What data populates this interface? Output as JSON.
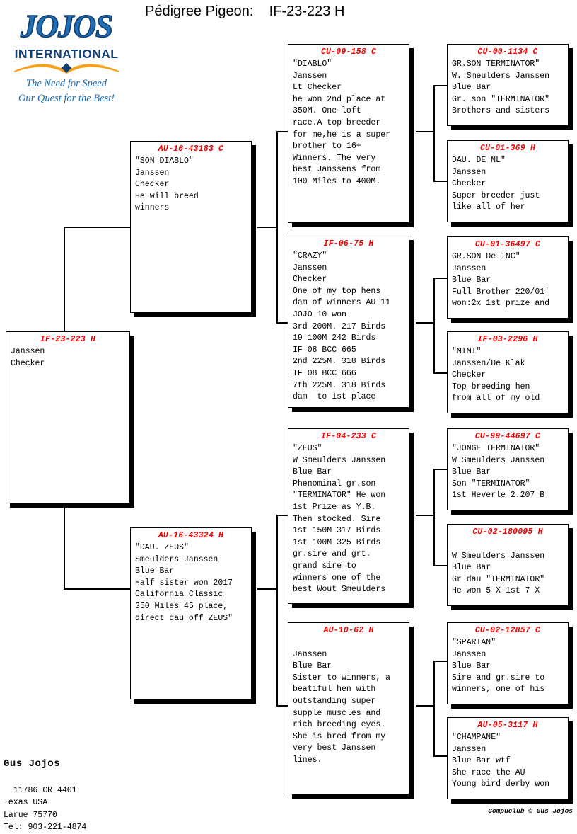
{
  "header": {
    "title": "Pédigree Pigeon:    IF-23-223 H",
    "logo": {
      "wordmark": "JOJOS",
      "subtitle": "INTERNATIONAL",
      "tagline_line1": "The Need for Speed",
      "tagline_line2": "Our Quest for the Best!"
    }
  },
  "colors": {
    "id_red": "#ee0000",
    "logo_blue": "#1f6fb5",
    "logo_dark_blue": "#123f74",
    "logo_orange": "#f5a11e",
    "border": "#000000",
    "background": "#ffffff"
  },
  "pedigree": {
    "subject": {
      "id": "IF-23-223 H",
      "body": "Janssen\nChecker"
    },
    "generation2": [
      {
        "id": "AU-16-43183 C",
        "role": "sire",
        "body": "\"SON DIABLO\"\nJanssen\nChecker\nHe will breed\nwinners"
      },
      {
        "id": "AU-16-43324 H",
        "role": "dam",
        "body": "\"DAU. ZEUS\"\nSmeulders Janssen\nBlue Bar\nHalf sister won 2017\nCalifornia Classic\n350 Miles 45 place,\ndirect dau off ZEUS\""
      }
    ],
    "generation3": [
      {
        "id": "CU-09-158 C",
        "role": "sire-sire",
        "body": "\"DIABLO\"\nJanssen\nLt Checker\nhe won 2nd place at\n350M. One loft\nrace.A top breeder\nfor me,he is a super\nbrother to 16+\nWinners. The very\nbest Janssens from\n100 Miles to 400M."
      },
      {
        "id": "IF-06-75 H",
        "role": "sire-dam",
        "body": "\"CRAZY\"\nJanssen\nChecker\nOne of my top hens\ndam of winners AU 11\nJOJO 10 won\n3rd 200M. 217 Birds\n19 100M 242 Birds\nIF 08 BCC 665\n2nd 225M. 318 Birds\nIF 08 BCC 666\n7th 225M. 318 Birds\ndam  to 1st place"
      },
      {
        "id": "IF-04-233 C",
        "role": "dam-sire",
        "body": "\"ZEUS\"\nW Smeulders Janssen\nBlue Bar\nPhenominal gr.son\n\"TERMINATOR\" He won\n1st Prize as Y.B.\nThen stocked. Sire\n1st 150M 317 Birds\n1st 100M 325 Birds\ngr.sire and grt.\ngrand sire to\nwinners one of the\nbest Wout Smeulders"
      },
      {
        "id": "AU-10-62 H",
        "role": "dam-dam",
        "body": "\nJanssen\nBlue Bar\nSister to winners, a\nbeatiful hen with\noutstanding super\nsupple muscles and\nrich breeding eyes.\nShe is bred from my\nvery best Janssen\nlines."
      }
    ],
    "generation4": [
      {
        "id": "CU-00-1134 C",
        "role": "sire-sire-sire",
        "body": "GR.SON TERMINATOR\"\nW. Smeulders Janssen\nBlue Bar\nGr. son \"TERMINATOR\"\nBrothers and sisters"
      },
      {
        "id": "CU-01-369 H",
        "role": "sire-sire-dam",
        "body": "DAU. DE NL\"\nJanssen\nChecker\nSuper breeder just\nlike all of her"
      },
      {
        "id": "CU-01-36497 C",
        "role": "sire-dam-sire",
        "body": "GR.SON De INC\"\nJanssen\nBlue Bar\nFull Brother 220/01'\nwon:2x 1st prize and"
      },
      {
        "id": "IF-03-2296 H",
        "role": "sire-dam-dam",
        "body": "\"MIMI\"\nJanssen/De Klak\nChecker\nTop breeding hen\nfrom all of my old"
      },
      {
        "id": "CU-99-44697 C",
        "role": "dam-sire-sire",
        "body": "\"JONGE TERMINATOR\"\nW Smeulders Janssen\nBlue Bar\nSon \"TERMINATOR\"\n1st Heverle 2.207 B"
      },
      {
        "id": "CU-02-180095 H",
        "role": "dam-sire-dam",
        "body": "\nW Smeulders Janssen\nBlue Bar\nGr dau \"TERMINATOR\"\nHe won 5 X 1st 7 X"
      },
      {
        "id": "CU-02-12857 C",
        "role": "dam-dam-sire",
        "body": "\"SPARTAN\"\nJanssen\nBlue Bar\nSire and gr.sire to\nwinners, one of his"
      },
      {
        "id": "AU-05-3117 H",
        "role": "dam-dam-dam",
        "body": "\"CHAMPANE\"\nJanssen\nBlue Bar wtf\nShe race the AU\nYoung bird derby won"
      }
    ]
  },
  "footer": {
    "owner_name": "Gus Jojos",
    "address_lines": "11786 CR 4401\nTexas USA\nLarue 75770\nTel: 903-221-4874",
    "credit": "Compuclub © Gus Jojos"
  }
}
